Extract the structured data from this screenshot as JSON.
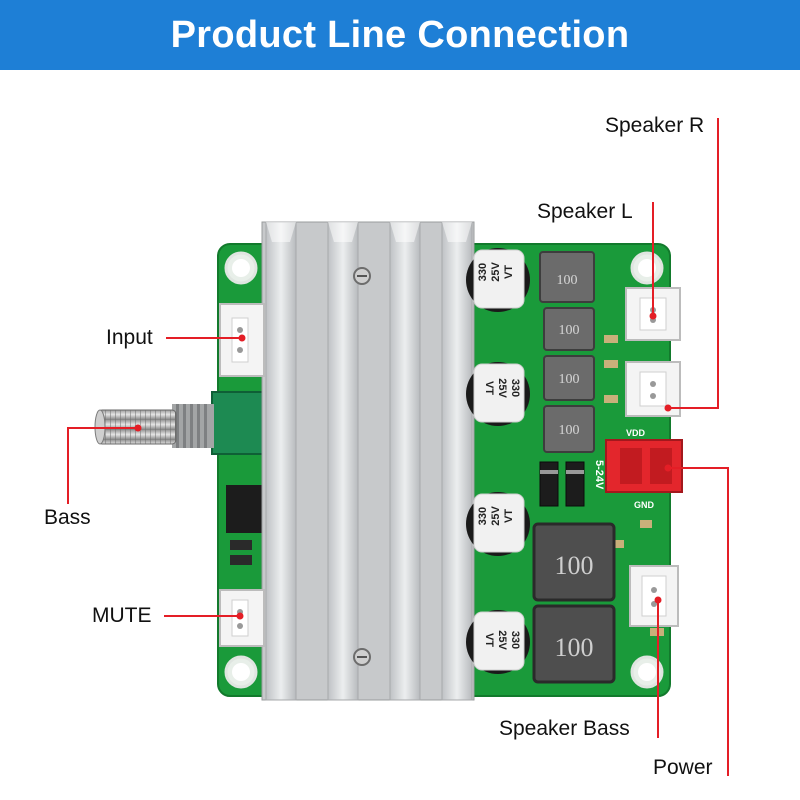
{
  "title": "Product Line Connection",
  "colors": {
    "banner": "#1e7fd6",
    "callout_line": "#e41e26",
    "pcb": "#1a9a3a",
    "heatsink": "#d4d6d8"
  },
  "labels": {
    "speaker_r": "Speaker R",
    "speaker_l": "Speaker L",
    "input": "Input",
    "bass": "Bass",
    "mute": "MUTE",
    "speaker_bass": "Speaker Bass",
    "power": "Power"
  },
  "board_text": {
    "cap_top": "330 25V VT",
    "cap_a": "330",
    "cap_b": "25V",
    "cap_c": "VT",
    "inductor_small": "100",
    "inductor_large": "100",
    "vdd": "VDD",
    "gnd": "GND",
    "voltage": "5-24V"
  }
}
